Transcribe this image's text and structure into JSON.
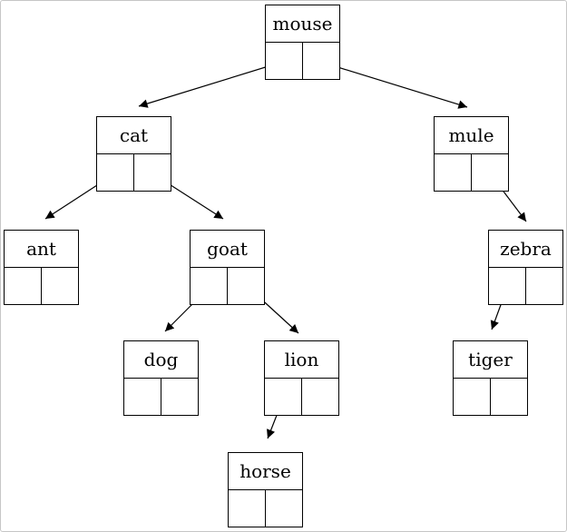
{
  "window": {
    "background_color": "#ffffff",
    "frame_border_color": "#c6c6c6"
  },
  "diagram": {
    "type": "binary-tree",
    "line_color": "#000000",
    "node_border_color": "#000000",
    "nodes": {
      "mouse": {
        "label": "mouse"
      },
      "cat": {
        "label": "cat"
      },
      "mule": {
        "label": "mule"
      },
      "ant": {
        "label": "ant"
      },
      "goat": {
        "label": "goat"
      },
      "zebra": {
        "label": "zebra"
      },
      "dog": {
        "label": "dog"
      },
      "lion": {
        "label": "lion"
      },
      "tiger": {
        "label": "tiger"
      },
      "horse": {
        "label": "horse"
      }
    },
    "edges": [
      {
        "from": "mouse",
        "pointer": "left",
        "to": "cat"
      },
      {
        "from": "mouse",
        "pointer": "right",
        "to": "mule"
      },
      {
        "from": "cat",
        "pointer": "left",
        "to": "ant"
      },
      {
        "from": "cat",
        "pointer": "right",
        "to": "goat"
      },
      {
        "from": "mule",
        "pointer": "right",
        "to": "zebra"
      },
      {
        "from": "goat",
        "pointer": "left",
        "to": "dog"
      },
      {
        "from": "goat",
        "pointer": "right",
        "to": "lion"
      },
      {
        "from": "zebra",
        "pointer": "left",
        "to": "tiger"
      },
      {
        "from": "lion",
        "pointer": "left",
        "to": "horse"
      }
    ]
  }
}
